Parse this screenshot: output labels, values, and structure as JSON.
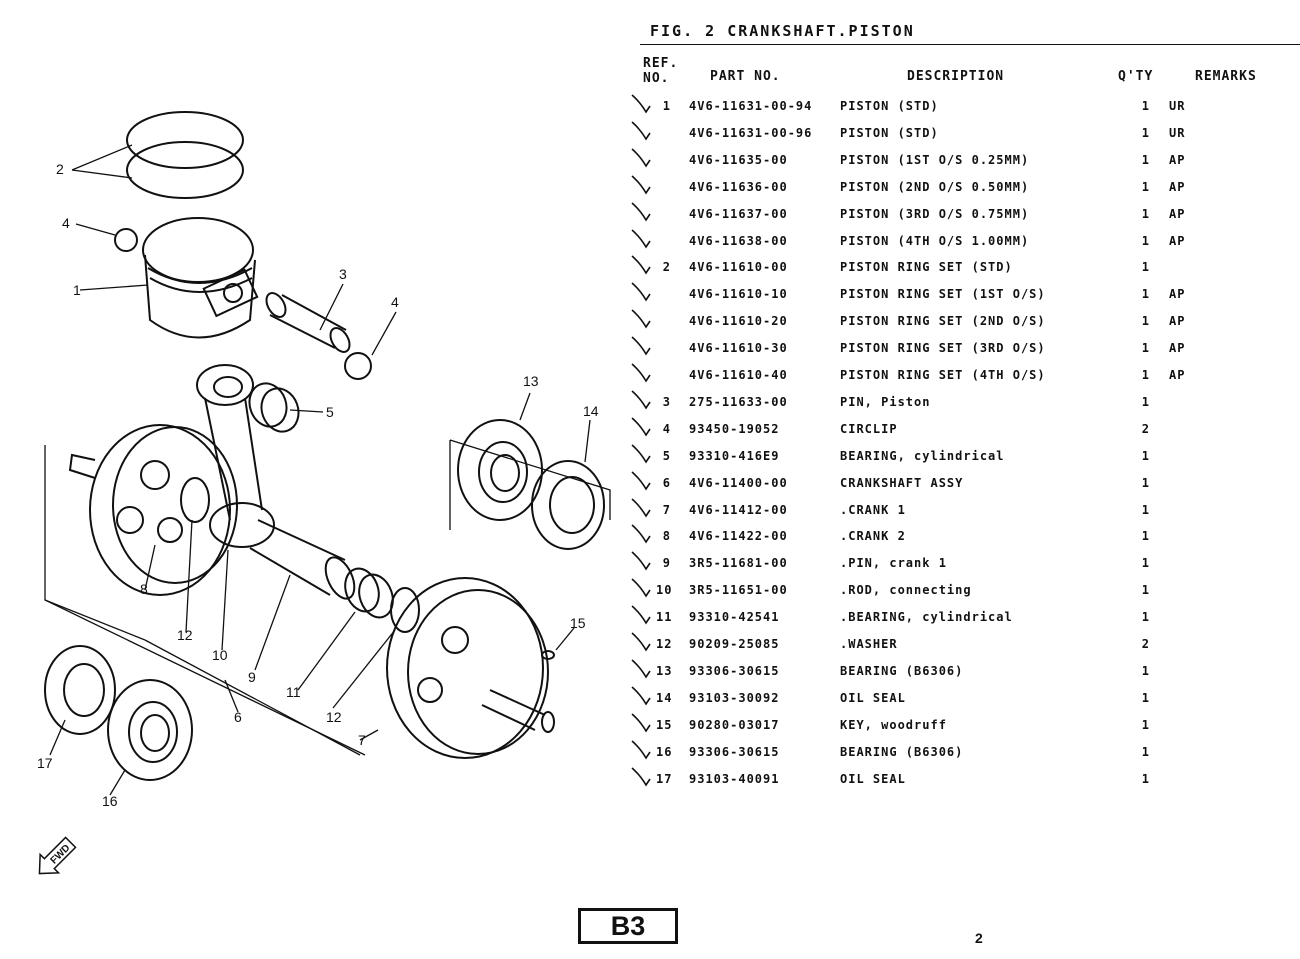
{
  "figure": {
    "title": "FIG. 2  CRANKSHAFT.PISTON"
  },
  "headers": {
    "ref": "REF. NO.",
    "part_no": "PART NO.",
    "description": "DESCRIPTION",
    "qty": "Q'TY",
    "remarks": "REMARKS"
  },
  "rows": [
    {
      "ref": "1",
      "part": "4V6-11631-00-94",
      "desc": "PISTON (STD)",
      "qty": "1",
      "rem": "UR"
    },
    {
      "ref": "",
      "part": "4V6-11631-00-96",
      "desc": "PISTON (STD)",
      "qty": "1",
      "rem": "UR"
    },
    {
      "ref": "",
      "part": "4V6-11635-00",
      "desc": "PISTON (1ST O/S 0.25MM)",
      "qty": "1",
      "rem": "AP"
    },
    {
      "ref": "",
      "part": "4V6-11636-00",
      "desc": "PISTON (2ND O/S 0.50MM)",
      "qty": "1",
      "rem": "AP"
    },
    {
      "ref": "",
      "part": "4V6-11637-00",
      "desc": "PISTON (3RD O/S 0.75MM)",
      "qty": "1",
      "rem": "AP"
    },
    {
      "ref": "",
      "part": "4V6-11638-00",
      "desc": "PISTON (4TH O/S 1.00MM)",
      "qty": "1",
      "rem": "AP"
    },
    {
      "ref": "2",
      "part": "4V6-11610-00",
      "desc": "PISTON RING SET (STD)",
      "qty": "1",
      "rem": ""
    },
    {
      "ref": "",
      "part": "4V6-11610-10",
      "desc": "PISTON RING SET (1ST O/S)",
      "qty": "1",
      "rem": "AP"
    },
    {
      "ref": "",
      "part": "4V6-11610-20",
      "desc": "PISTON RING SET (2ND O/S)",
      "qty": "1",
      "rem": "AP"
    },
    {
      "ref": "",
      "part": "4V6-11610-30",
      "desc": "PISTON RING SET (3RD O/S)",
      "qty": "1",
      "rem": "AP"
    },
    {
      "ref": "",
      "part": "4V6-11610-40",
      "desc": "PISTON RING SET (4TH O/S)",
      "qty": "1",
      "rem": "AP"
    },
    {
      "ref": "3",
      "part": "275-11633-00",
      "desc": "PIN, Piston",
      "qty": "1",
      "rem": ""
    },
    {
      "ref": "4",
      "part": "93450-19052",
      "desc": "CIRCLIP",
      "qty": "2",
      "rem": ""
    },
    {
      "ref": "5",
      "part": "93310-416E9",
      "desc": "BEARING, cylindrical",
      "qty": "1",
      "rem": ""
    },
    {
      "ref": "6",
      "part": "4V6-11400-00",
      "desc": "CRANKSHAFT ASSY",
      "qty": "1",
      "rem": ""
    },
    {
      "ref": "7",
      "part": "4V6-11412-00",
      "desc": ".CRANK 1",
      "qty": "1",
      "rem": ""
    },
    {
      "ref": "8",
      "part": "4V6-11422-00",
      "desc": ".CRANK 2",
      "qty": "1",
      "rem": ""
    },
    {
      "ref": "9",
      "part": "3R5-11681-00",
      "desc": ".PIN, crank 1",
      "qty": "1",
      "rem": ""
    },
    {
      "ref": "10",
      "part": "3R5-11651-00",
      "desc": ".ROD, connecting",
      "qty": "1",
      "rem": ""
    },
    {
      "ref": "11",
      "part": "93310-42541",
      "desc": ".BEARING, cylindrical",
      "qty": "1",
      "rem": ""
    },
    {
      "ref": "12",
      "part": "90209-25085",
      "desc": ".WASHER",
      "qty": "2",
      "rem": ""
    },
    {
      "ref": "13",
      "part": "93306-30615",
      "desc": "BEARING (B6306)",
      "qty": "1",
      "rem": ""
    },
    {
      "ref": "14",
      "part": "93103-30092",
      "desc": "OIL SEAL",
      "qty": "1",
      "rem": ""
    },
    {
      "ref": "15",
      "part": "90280-03017",
      "desc": "KEY, woodruff",
      "qty": "1",
      "rem": ""
    },
    {
      "ref": "16",
      "part": "93306-30615",
      "desc": "BEARING (B6306)",
      "qty": "1",
      "rem": ""
    },
    {
      "ref": "17",
      "part": "93103-40091",
      "desc": "OIL SEAL",
      "qty": "1",
      "rem": ""
    }
  ],
  "diagram": {
    "callouts": [
      "1",
      "2",
      "3",
      "4",
      "4",
      "5",
      "6",
      "7",
      "8",
      "9",
      "10",
      "11",
      "12",
      "12",
      "13",
      "14",
      "15",
      "16",
      "17"
    ],
    "fwd_label": "FWD",
    "icons": [
      "tick-mark-icon",
      "fwd-arrow-icon"
    ]
  },
  "footer": {
    "section": "B3",
    "page": "2"
  }
}
